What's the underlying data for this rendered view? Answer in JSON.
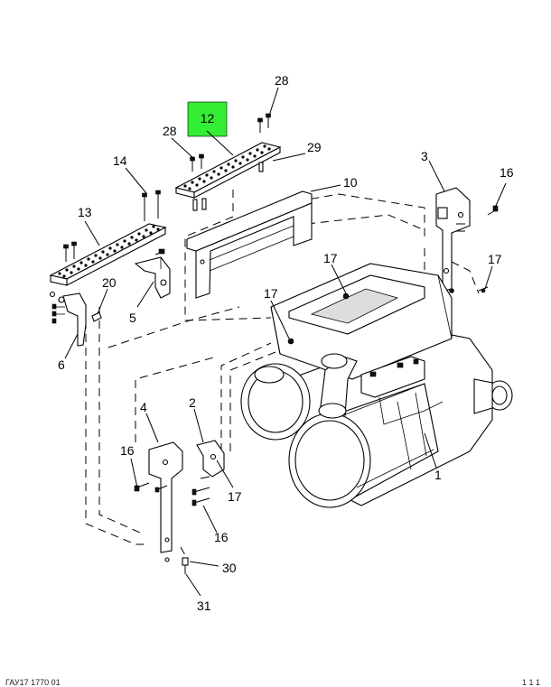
{
  "diagram": {
    "highlight": {
      "label": "12",
      "color": "#33ee33"
    },
    "callouts": {
      "c28a": "28",
      "c28b": "28",
      "c29": "29",
      "c14": "14",
      "c13": "13",
      "c10": "10",
      "c3": "3",
      "c16a": "16",
      "c17a": "17",
      "c17b": "17",
      "c17c": "17",
      "c20": "20",
      "c5": "5",
      "c6": "6",
      "c4": "4",
      "c2": "2",
      "c16b": "16",
      "c16c": "16",
      "c17d": "17",
      "c1": "1",
      "c30": "30",
      "c31": "31"
    },
    "footer": {
      "left": "ГАУ17 1770 01",
      "right": "1 1 1"
    }
  }
}
